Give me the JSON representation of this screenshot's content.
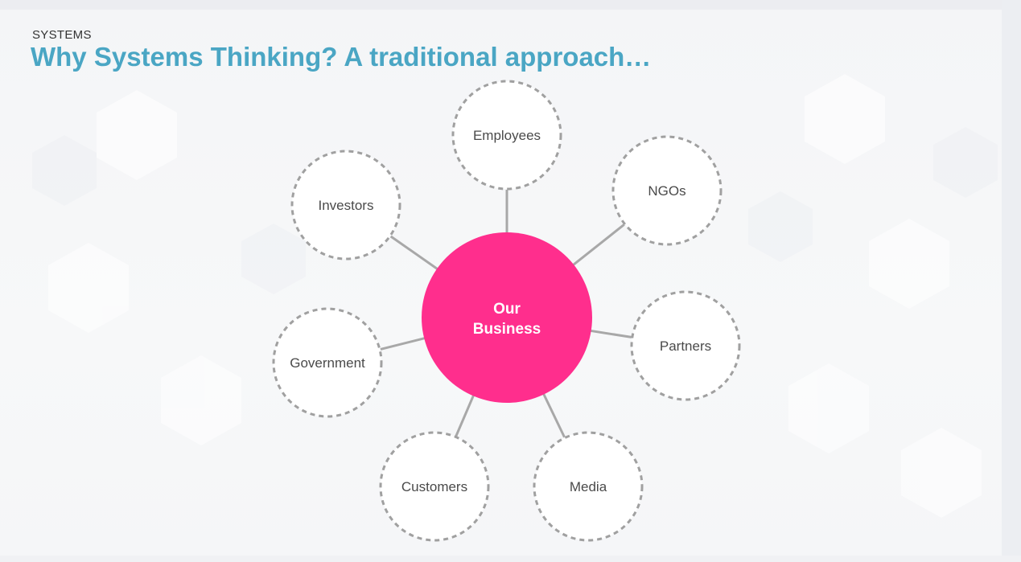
{
  "slide": {
    "kicker": "SYSTEMS",
    "title": "Why Systems Thinking? A traditional approach…"
  },
  "colors": {
    "title": "#4aa6c4",
    "hub": "#ff2e8d",
    "connector": "#a8a8a8",
    "node_border": "#a0a0a0",
    "node_fill": "#ffffff"
  },
  "diagram": {
    "center": {
      "line1": "Our",
      "line2": "Business"
    },
    "nodes": [
      {
        "id": "employees",
        "label": "Employees"
      },
      {
        "id": "ngos",
        "label": "NGOs"
      },
      {
        "id": "partners",
        "label": "Partners"
      },
      {
        "id": "media",
        "label": "Media"
      },
      {
        "id": "customers",
        "label": "Customers"
      },
      {
        "id": "government",
        "label": "Government"
      },
      {
        "id": "investors",
        "label": "Investors"
      }
    ]
  }
}
